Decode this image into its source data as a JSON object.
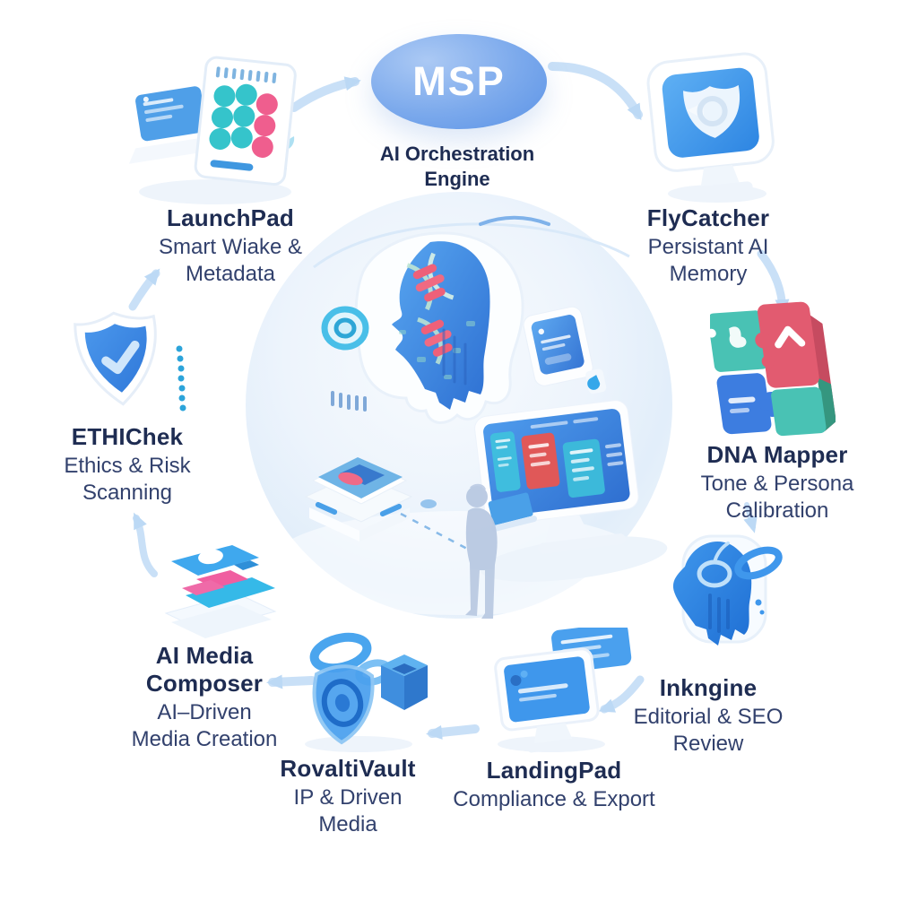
{
  "diagram": {
    "hub": {
      "label": "MSP",
      "caption_lines": [
        "AI Orchestration",
        "Engine"
      ]
    },
    "nodes": {
      "launchpad": {
        "title": "LaunchPad",
        "subtitle_lines": [
          "Smart Wiake &",
          "Metadata"
        ]
      },
      "flycatcher": {
        "title": "FlyCatcher",
        "subtitle_lines": [
          "Persistant AI",
          "Memory"
        ]
      },
      "dna_mapper": {
        "title": "DNA Mapper",
        "subtitle_lines": [
          "Tone & Persona",
          "Calibration"
        ]
      },
      "inkngine": {
        "title": "Inkngine",
        "subtitle_lines": [
          "Editorial & SEO",
          "Review"
        ]
      },
      "landingpad": {
        "title": "LandingPad",
        "subtitle_lines": [
          "Compliance & Export"
        ]
      },
      "rovaltivault": {
        "title": "RovaltiVault",
        "subtitle_lines": [
          "IP & Driven",
          "Media"
        ]
      },
      "ai_media_composer": {
        "title_lines": [
          "AI Media",
          "Composer"
        ],
        "subtitle_lines": [
          "AI–Driven",
          "Media Creation"
        ]
      },
      "ethichek": {
        "title": "ETHIChek",
        "subtitle_lines": [
          "Ethics & Risk",
          "Scanning"
        ]
      }
    },
    "colors": {
      "hub_fill": "#6f9fe9",
      "title_text": "#1e2c52",
      "subtitle_text": "#32416d",
      "accent_link": "#2b6db4",
      "arrow": "#c7dff6",
      "icon_blue": "#3b8de8",
      "teal": "#35c4cb",
      "pink": "#ef5e8e",
      "red": "#df5858"
    }
  }
}
